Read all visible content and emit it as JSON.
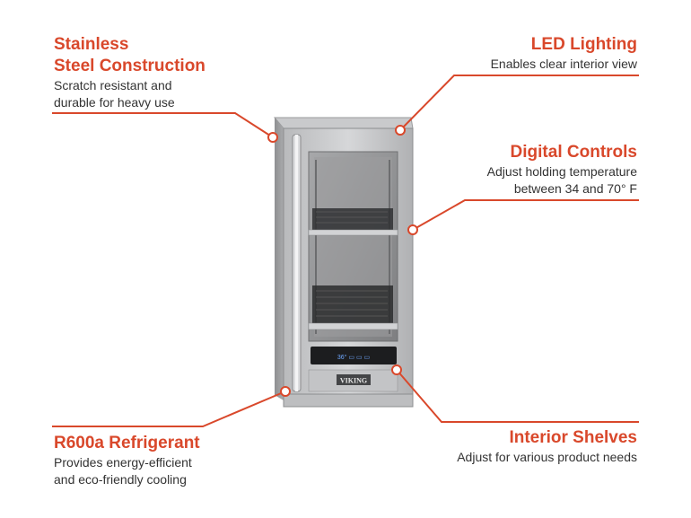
{
  "accent_color": "#d9482b",
  "callouts": {
    "stainless": {
      "title_line1": "Stainless",
      "title_line2": "Steel Construction",
      "desc_line1": "Scratch resistant and",
      "desc_line2": "durable for heavy use"
    },
    "led": {
      "title": "LED Lighting",
      "desc": "Enables clear interior view"
    },
    "digital": {
      "title": "Digital Controls",
      "desc_line1": "Adjust holding temperature",
      "desc_line2": "between 34 and 70° F"
    },
    "refrigerant": {
      "title": "R600a Refrigerant",
      "desc_line1": "Provides energy-efficient",
      "desc_line2": "and eco-friendly cooling"
    },
    "shelves": {
      "title": "Interior Shelves",
      "desc": "Adjust for various product needs"
    }
  },
  "product": {
    "brand": "VIKING",
    "display": "36° ▭ ▭ ▭"
  }
}
